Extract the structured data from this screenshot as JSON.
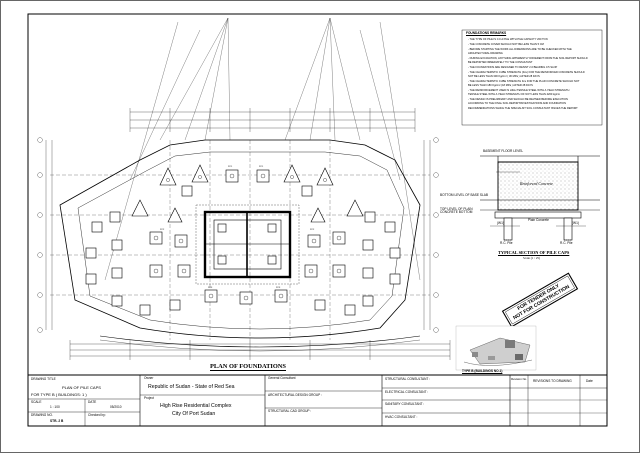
{
  "drawing": {
    "plan_title": "PLAN OF FOUNDATIONS",
    "section_title": "TYPICAL SECTION OF PILE CAPS",
    "section_scale": "Scale (1 : 25)",
    "keyplan_label": "TYPE B (BUILDINGS NO.1)",
    "stamp_lines": [
      "FOR TENDER ONLY",
      "NOT FOR CONSTRUCTION"
    ],
    "section_labels": {
      "reinforced_concrete": "Reinforced Concrete",
      "basement_floor": "BASEMENT FLOOR LEVEL",
      "bottom_slab": "BOTTOM LEVEL OF BASE SLAB",
      "pile_cap_bottom": "TOP LEVEL OF PLAIN CONCRETE BOTTOM",
      "plain_concrete": "Plain Concrete",
      "pile_left": "R.C. Pile",
      "pile_right": "R.C. Pile",
      "dim_left": "(W1)",
      "dim_right": "(W1)"
    }
  },
  "notes": {
    "title": "FOUNDATIONS REMARKS",
    "items": [
      "- THE TYPE OF PILE IS C.F.A PILE WITH PILE CAPACITY 200 TON",
      "- THE CONCRETE COVER SHOULD NOT BE LESS THAN 5 CM",
      "- BEFORE STARTING THE WORK ALL DIMENSIONS ARE TO BE CHECKED WITH THE",
      "  ARCHITECTURAL DRAWING",
      "- DURING EXCAVATION, ANYTHING APPARENTLY DIFFERENT FROM THE SOIL REPORT SHOULD",
      "  BE REPORTED IMMEDIATELY TO THE CONSULTANT",
      "- THE FOUNDATIONS ARE DESIGNED TO RESIST 2.0 BEARING 0.5 SLOP",
      "- THE CHARACTERISTIC CUBE STRENGTH (Fcu) FOR THE REINFORCED CONCRETE SHOULD",
      "  NOT BE LESS THAN 300 Kg/cm² ( 30 MPa ) AFTER 28 DAYS",
      "- THE CHARACTERISTIC CUBE STRENGTH Fcu FOR THE PLAIN CONCRETE SHOULD NOT",
      "  BE LESS THAN 180 Kg/cm² (18 MPa ) AFTER 28 DAYS",
      "- THE REINFORCEMENT USED IS HIGH TENSILE STEEL WITH A YIELD STRENGTH",
      "  TENSILE STEEL WITH A YIELD STRENGTH OF NOT LESS THAN 4200 kg/cm",
      "- THE DESIGN IS PRELIMINARY AND SHOULD BE REVISED BEFORE EXECUTION",
      "  ACCORDING TO THE FINAL SOIL REPORT/INVESTIGATIONS AND FOUNDATION",
      "  RECOMMENDATIONS WHICH THE SPECIALIST SOIL CONSULTANT ISSUES THE REPORT"
    ]
  },
  "title_block": {
    "drawing_title_label": "DRAWING TITLE",
    "drawing_title_1": "PLAN OF PILE CAPS",
    "drawing_title_2": "FOR TYPE B ( BUILDINGS: 1 )",
    "scale_label": "SCALE",
    "scale_value": "1 : 100",
    "date_label": "DATE",
    "date_value": "05/2010",
    "drawing_no_label": "DRAWING NO.",
    "drawing_no_value": "STR- 2 B",
    "checked_by_label": "Checked by:",
    "owner_label": "Owner",
    "owner_value": "Republic of Sudan - State of Red Sea",
    "project_label": "Project",
    "project_value_1": "High Rise Residential Complex",
    "project_value_2": "City Of Port Sudan",
    "general_consultant_label": "General Consultant",
    "architectural_group_label": "ARCHITECTURAL DESIGN GROUP :",
    "structural_cad_label": "STRUCTURAL CAD GROUP :",
    "structural_consultant_label": "STRUCTURAL CONSULTANT :",
    "electrical_consultant_label": "ELECTRICAL CONSULTANT :",
    "sanitary_consultant_label": "SANITARY CONSULTANT :",
    "hvac_consultant_label": "HVAC CONSULTANT :",
    "revision_no_label": "Revision No.",
    "revisions_label": "REVISIONS TO DRAWING",
    "rev_date_label": "Date"
  }
}
